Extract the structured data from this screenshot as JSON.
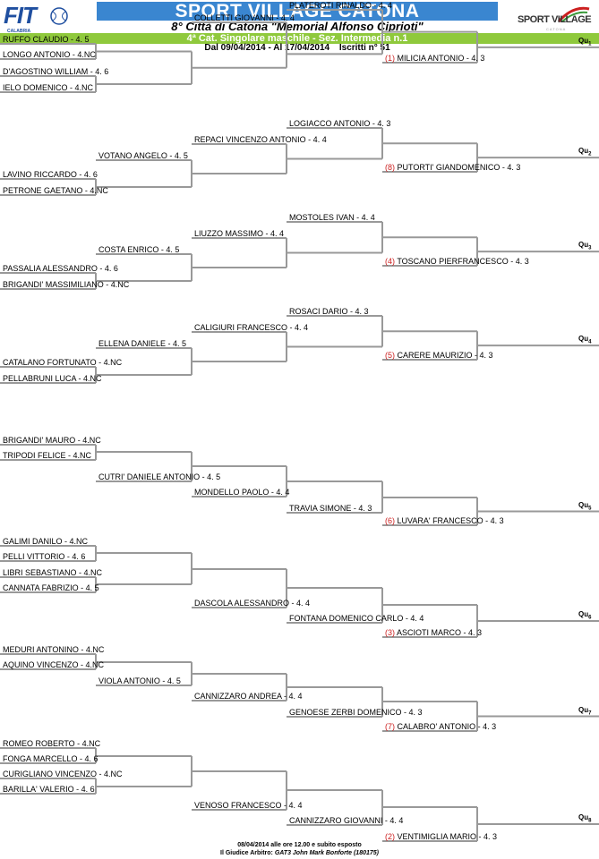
{
  "header": {
    "fit_logo_text": "FIT",
    "fit_logo_sub": "CALABRIA",
    "title": "SPORT VILLAGE CATONA",
    "subtitle": "8° Città di Catona \"Memorial Alfonso Ciprioti\"",
    "category": "4ª Cat. Singolare maschile - Sez. Intermedia n.1",
    "dates": "Dal 09/04/2014 - Al 17/04/2014",
    "registered": "Iscritti n° 51",
    "sv_logo_text": "SPORT VILLAGE",
    "sv_logo_sub": "CATONA"
  },
  "colors": {
    "title_bar": "#3a86d0",
    "green_bar": "#8fc93c",
    "seed": "#cc2020",
    "lines": "#999999"
  },
  "qualifiers": [
    {
      "label": "Qu",
      "n": "1"
    },
    {
      "label": "Qu",
      "n": "2"
    },
    {
      "label": "Qu",
      "n": "3"
    },
    {
      "label": "Qu",
      "n": "4"
    },
    {
      "label": "Qu",
      "n": "5"
    },
    {
      "label": "Qu",
      "n": "6"
    },
    {
      "label": "Qu",
      "n": "7"
    },
    {
      "label": "Qu",
      "n": "8"
    }
  ],
  "sections": [
    {
      "r1": [
        [
          "RUFFO CLAUDIO - 4. 5",
          "LONGO ANTONIO - 4.NC"
        ],
        [
          "D'AGOSTINO WILLIAM - 4. 6",
          "IELO DOMENICO - 4.NC"
        ]
      ],
      "r2": [
        "COLLETTI GIOVANNI - 4. 4",
        null
      ],
      "r3": "PLATEROTI RINALDO - 4. 4",
      "seed": {
        "n": "(1)",
        "name": "MILICIA ANTONIO - 4. 3"
      }
    },
    {
      "r1": [
        [
          null,
          null
        ],
        [
          "LAVINO RICCARDO - 4. 6",
          "PETRONE GAETANO - 4.NC"
        ]
      ],
      "r2": [
        "REPACI VINCENZO ANTONIO - 4. 4",
        "VOTANO ANGELO - 4. 5"
      ],
      "r3": "LOGIACCO ANTONIO - 4. 3",
      "seed": {
        "n": "(8)",
        "name": "PUTORTI' GIANDOMENICO - 4. 3"
      }
    },
    {
      "r1": [
        [
          null,
          null
        ],
        [
          "PASSALIA ALESSANDRO - 4. 6",
          "BRIGANDI' MASSIMILIANO - 4.NC"
        ]
      ],
      "r2": [
        "LIUZZO MASSIMO - 4. 4",
        "COSTA ENRICO - 4. 5"
      ],
      "r3": "MOSTOLES IVAN - 4. 4",
      "seed": {
        "n": "(4)",
        "name": "TOSCANO PIERFRANCESCO - 4. 3"
      }
    },
    {
      "r1": [
        [
          null,
          null
        ],
        [
          "CATALANO FORTUNATO - 4.NC",
          "PELLABRUNI LUCA - 4.NC"
        ]
      ],
      "r2": [
        "CALIGIURI FRANCESCO - 4. 4",
        "ELLENA DANIELE - 4. 5"
      ],
      "r3": "ROSACI DARIO - 4. 3",
      "seed": {
        "n": "(5)",
        "name": "CARERE MAURIZIO - 4. 3"
      }
    },
    {
      "r1": [
        [
          "BRIGANDI' MAURO - 4.NC",
          "TRIPODI FELICE - 4.NC"
        ],
        [
          null,
          null
        ]
      ],
      "r2": [
        "CUTRI' DANIELE ANTONIO - 4. 5",
        null
      ],
      "r3": "MONDELLO PAOLO - 4. 4",
      "r4": "TRAVIA SIMONE - 4. 3",
      "seed": {
        "n": "(6)",
        "name": "LUVARA' FRANCESCO - 4. 3"
      }
    },
    {
      "r1": [
        [
          "GALIMI DANILO - 4.NC",
          "PELLI VITTORIO - 4. 6"
        ],
        [
          "LIBRI SEBASTIANO - 4.NC",
          "CANNATA FABRIZIO - 4. 5"
        ]
      ],
      "r3": "DASCOLA ALESSANDRO - 4. 4",
      "r4": "FONTANA DOMENICO CARLO - 4. 4",
      "seed": {
        "n": "(3)",
        "name": "ASCIOTI MARCO - 4. 3"
      }
    },
    {
      "r1": [
        [
          "MEDURI ANTONINO - 4.NC",
          "AQUINO VINCENZO - 4.NC"
        ],
        [
          null,
          null
        ]
      ],
      "r2": [
        "VIOLA ANTONIO - 4. 5",
        null
      ],
      "r3": "CANNIZZARO ANDREA - 4. 4",
      "r4": "GENOESE ZERBI DOMENICO - 4. 3",
      "seed": {
        "n": "(7)",
        "name": "CALABRO' ANTONIO - 4. 3"
      }
    },
    {
      "r1": [
        [
          "ROMEO ROBERTO - 4.NC",
          "FONGA MARCELLO - 4. 6"
        ],
        [
          "CURIGLIANO VINCENZO - 4.NC",
          "BARILLA' VALERIO - 4. 6"
        ]
      ],
      "r3": "VENOSO FRANCESCO - 4. 4",
      "r4": "CANNIZZARO GIOVANNI - 4. 4",
      "seed": {
        "n": "(2)",
        "name": "VENTIMIGLIA MARIO - 4. 3"
      }
    }
  ],
  "footer": {
    "line1": "08/04/2014 alle ore 12.00 e subito esposto",
    "line2_prefix": "Il Giudice Arbitro:",
    "line2_ref": "GAT3 John Mark Bonforte (180175)"
  }
}
